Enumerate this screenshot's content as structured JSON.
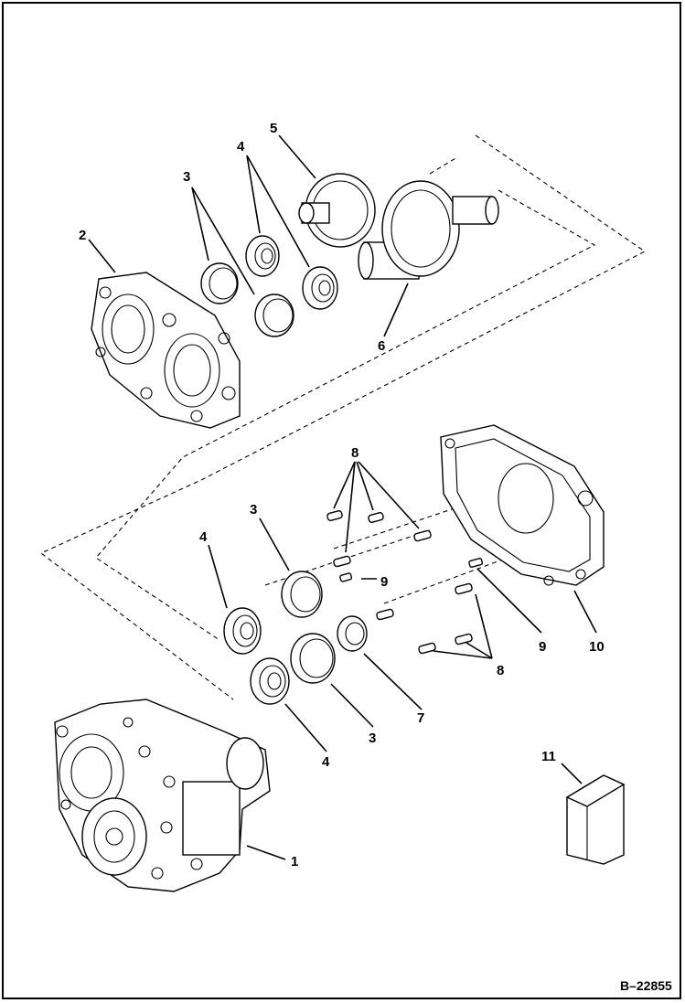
{
  "figure": {
    "reference": "B–22855",
    "callouts": [
      "1",
      "2",
      "3",
      "4",
      "5",
      "6",
      "7",
      "8",
      "9",
      "10",
      "11"
    ],
    "callout_text": {
      "c1": "1",
      "c2": "2",
      "c3a": "3",
      "c3b": "3",
      "c3c": "3",
      "c4a": "4",
      "c4b": "4",
      "c4c": "4",
      "c5": "5",
      "c6": "6",
      "c7": "7",
      "c8a": "8",
      "c8b": "8",
      "c9a": "9",
      "c9b": "9",
      "c10": "10",
      "c11": "11"
    }
  },
  "colors": {
    "ink": "#000000",
    "paper": "#ffffff"
  }
}
